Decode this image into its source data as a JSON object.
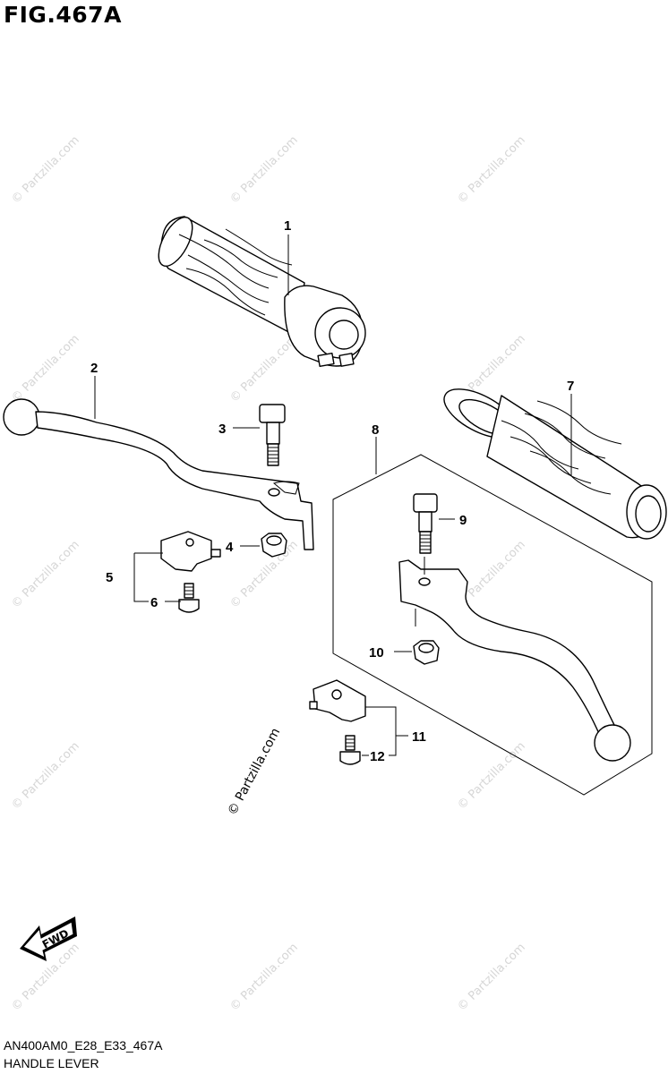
{
  "figure": {
    "title": "FIG.467A",
    "code": "AN400AM0_E28_E33_467A",
    "caption": "HANDLE LEVER"
  },
  "callouts": [
    "1",
    "2",
    "3",
    "4",
    "5",
    "6",
    "7",
    "8",
    "9",
    "10",
    "11",
    "12"
  ],
  "watermark": {
    "main": "© Partzilla.com",
    "repeat": "© Partzilla.com"
  },
  "fwd_label": "FWD"
}
